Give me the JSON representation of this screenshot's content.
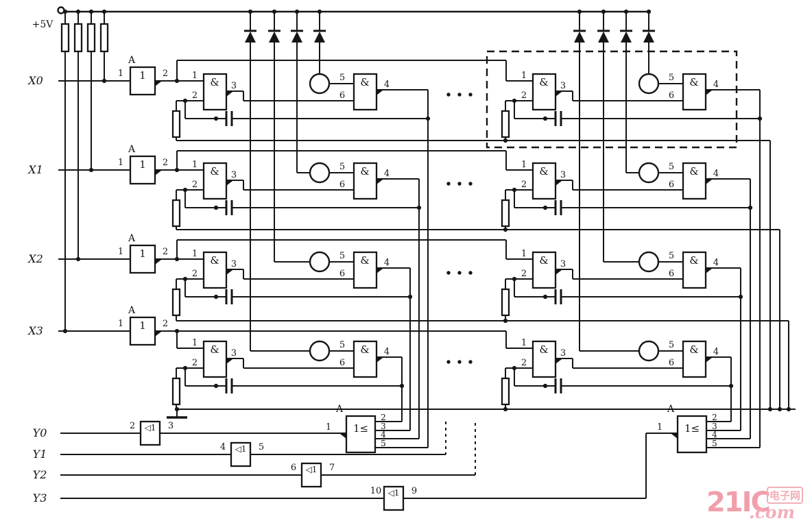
{
  "page": {
    "bg": "#ffffff",
    "ink": "#151515"
  },
  "power": {
    "label": "+5V"
  },
  "annotation_label": "A",
  "x_rows": [
    {
      "label": "X0"
    },
    {
      "label": "X1"
    },
    {
      "label": "X2"
    },
    {
      "label": "X3"
    }
  ],
  "gate_symbols": {
    "inverter": "1",
    "nand": "&",
    "nor": "1≤",
    "driver": "◁1"
  },
  "inverter_pins": {
    "in": "1",
    "out": "2"
  },
  "nand_a_pins": {
    "in1": "1",
    "in2": "2",
    "out": "3"
  },
  "nand_b_pins": {
    "in1": "5",
    "in2": "6",
    "out": "4"
  },
  "column_or_gates": [
    {
      "output_pin": "1",
      "input_pins": [
        "2",
        "3",
        "4",
        "5"
      ]
    },
    {
      "output_pin": "1",
      "input_pins": [
        "2",
        "3",
        "4",
        "5"
      ]
    }
  ],
  "y_rows": [
    {
      "label": "Y0",
      "pin_in": "2",
      "pin_out": "3"
    },
    {
      "label": "Y1",
      "pin_in": "4",
      "pin_out": "5"
    },
    {
      "label": "Y2",
      "pin_in": "6",
      "pin_out": "7"
    },
    {
      "label": "Y3",
      "pin_in": "10",
      "pin_out": "9"
    }
  ],
  "ellipsis_dots": 3,
  "watermark": {
    "brand": "21IC",
    "tld": ".com",
    "cn": "电子网",
    "color": "#f0a0ad"
  }
}
